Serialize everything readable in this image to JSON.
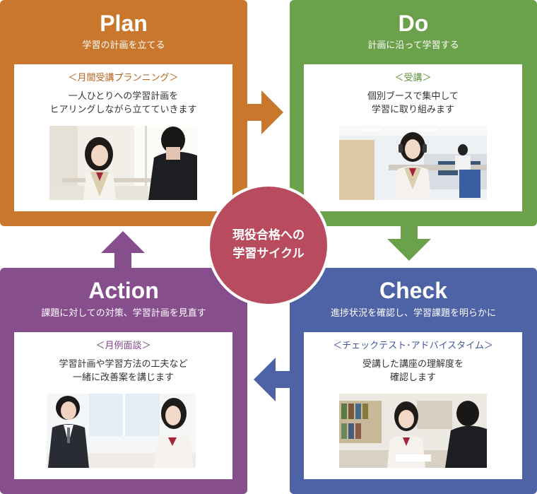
{
  "colors": {
    "plan": "#c8772c",
    "do": "#6ba14a",
    "check": "#4d63a6",
    "action": "#874e8d",
    "center": "#b84c5e",
    "plan_label": "#b5651d",
    "do_label": "#5e9138",
    "check_label": "#42589a",
    "action_label": "#7a4380"
  },
  "center": {
    "text": "現役合格への\n学習サイクル"
  },
  "plan": {
    "title": "Plan",
    "subtitle": "学習の計画を立てる",
    "label": "＜月間受講プランニング＞",
    "desc1": "一人ひとりへの学習計画を",
    "desc2": "ヒアリングしながら立てていきます",
    "photo_icon": "student-consultation-photo"
  },
  "do": {
    "title": "Do",
    "subtitle": "計画に沿って学習する",
    "label": "＜受講＞",
    "desc1": "個別ブースで集中して",
    "desc2": "学習に取り組みます",
    "photo_icon": "student-headphones-photo"
  },
  "check": {
    "title": "Check",
    "subtitle": "進捗状況を確認し、学習課題を明らかに",
    "label": "＜チェックテスト･アドバイスタイム＞",
    "desc1": "受講した講座の理解度を",
    "desc2": "確認します",
    "photo_icon": "student-test-photo"
  },
  "action": {
    "title": "Action",
    "subtitle": "課題に対しての対策、学習計画を見直す",
    "label": "＜月例面談＞",
    "desc1": "学習計画や学習方法の工夫など",
    "desc2": "一緒に改善案を講じます",
    "photo_icon": "student-interview-photo"
  }
}
